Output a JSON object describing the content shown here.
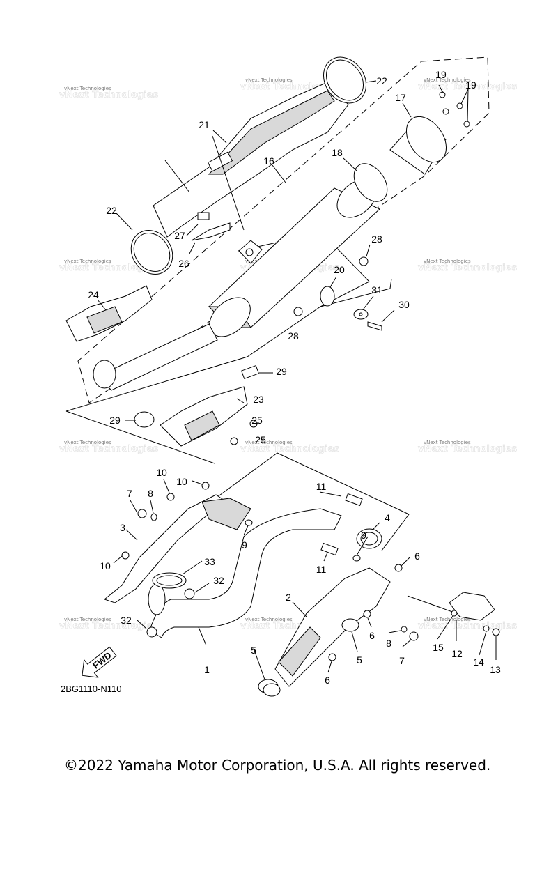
{
  "diagram": {
    "code": "2BG1110-N110",
    "fwd_label": "FWD",
    "copyright": "©2022 Yamaha Motor Corporation, U.S.A. All rights reserved.",
    "watermark": "vNext Technologies",
    "part_labels": [
      "1",
      "2",
      "3",
      "4",
      "5",
      "5",
      "6",
      "6",
      "6",
      "7",
      "7",
      "8",
      "8",
      "9",
      "9",
      "10",
      "10",
      "10",
      "11",
      "11",
      "12",
      "13",
      "14",
      "15",
      "16",
      "17",
      "18",
      "19",
      "19",
      "20",
      "21",
      "22",
      "22",
      "23",
      "24",
      "25",
      "25",
      "26",
      "27",
      "28",
      "28",
      "29",
      "29",
      "30",
      "31",
      "32",
      "32",
      "33"
    ]
  }
}
